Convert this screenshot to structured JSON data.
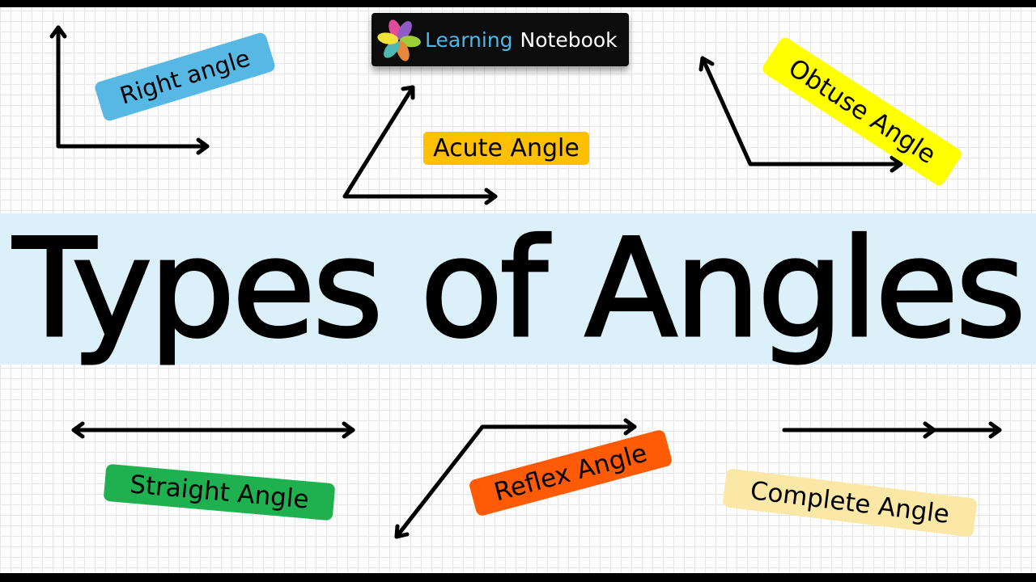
{
  "title": "Types of Angles",
  "logo": {
    "word1": "Learning",
    "word2": "Notebook",
    "icon": "pinwheel-flower-logo-icon"
  },
  "labels": {
    "right": "Right angle",
    "acute": "Acute Angle",
    "obtuse": "Obtuse Angle",
    "straight": "Straight Angle",
    "reflex": "Reflex Angle",
    "complete": "Complete Angle"
  },
  "colors": {
    "band": "#dcf0fa",
    "right": "#58b8e4",
    "acute": "#ffc000",
    "obtuse": "#ffff00",
    "straight": "#1fb04f",
    "reflex": "#ff5a05",
    "complete": "#fbe8a6",
    "logo_bg": "#0c0c0c",
    "logo_word1": "#4db8e8"
  }
}
